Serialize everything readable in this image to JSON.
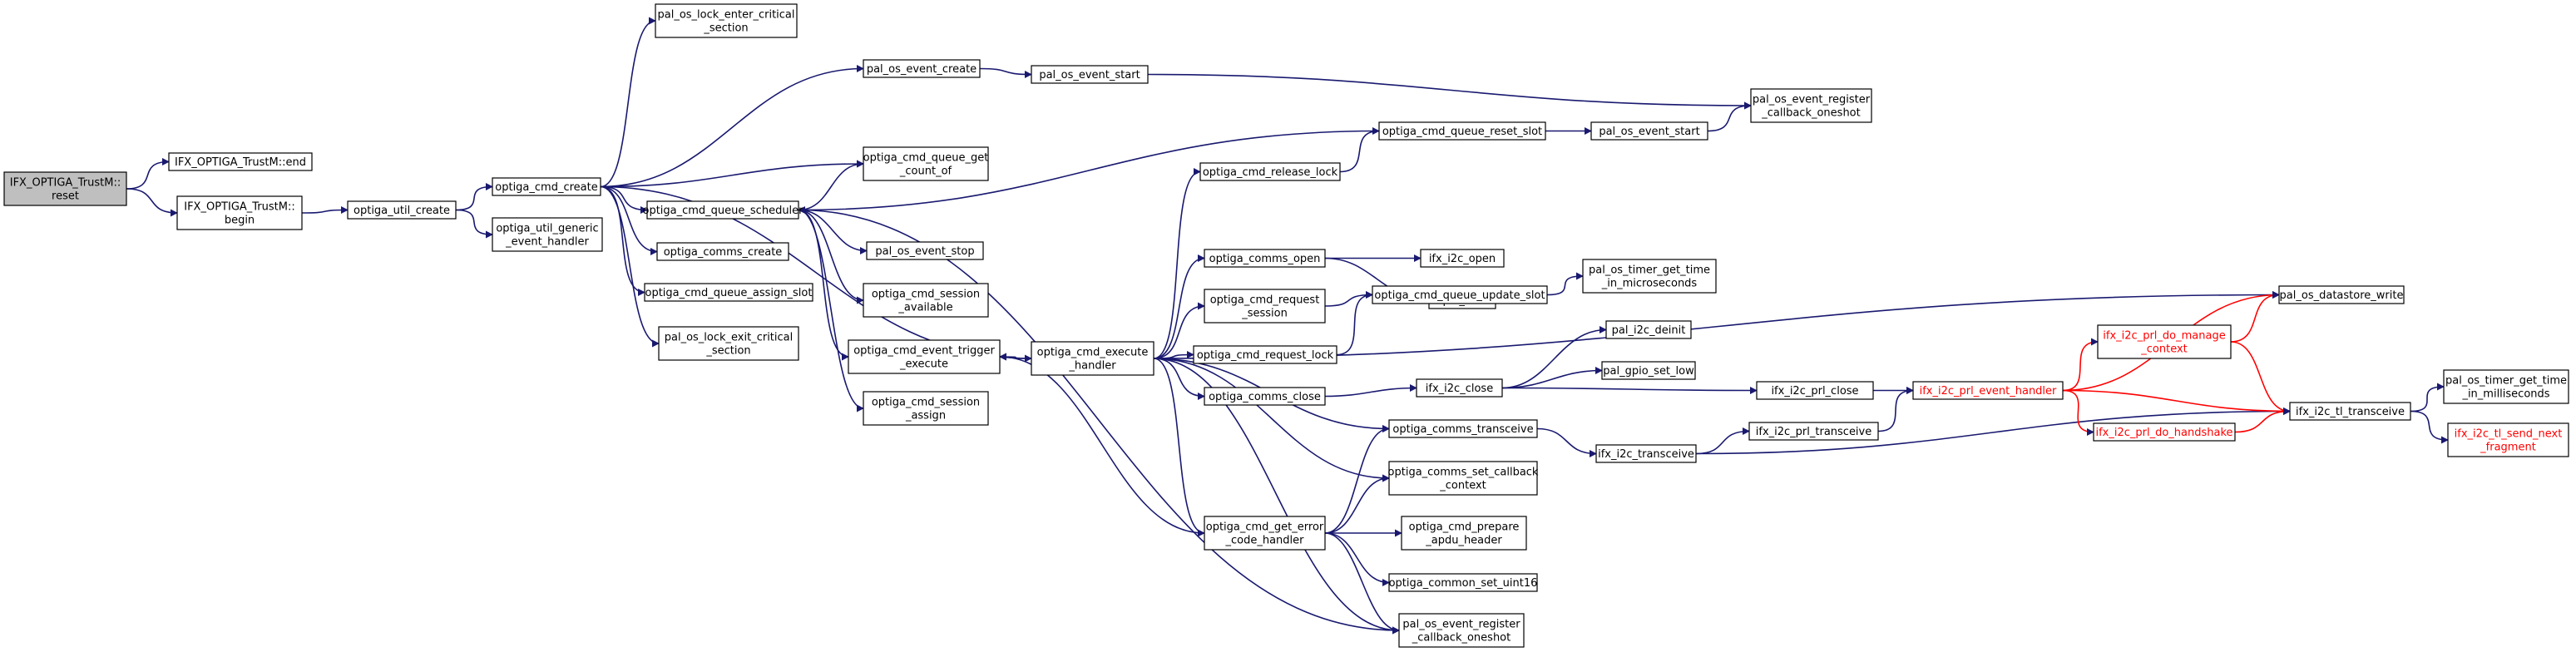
{
  "diagram": {
    "type": "doxygen-call-graph",
    "colors": {
      "edge": "#191970",
      "node_border": "#000000",
      "node_fill": "#ffffff",
      "root_fill": "#bfbfbf",
      "text": "#000000",
      "text_truncated": "#ff0000",
      "truncated_border": "#ff0000"
    },
    "nodes": [
      {
        "id": "root",
        "lines": [
          "IFX_OPTIGA_TrustM::",
          "reset"
        ],
        "root": true
      },
      {
        "id": "end",
        "lines": [
          "IFX_OPTIGA_TrustM::end"
        ]
      },
      {
        "id": "begin",
        "lines": [
          "IFX_OPTIGA_TrustM::",
          "begin"
        ]
      },
      {
        "id": "util_create",
        "lines": [
          "optiga_util_create"
        ]
      },
      {
        "id": "cmd_create",
        "lines": [
          "optiga_cmd_create"
        ]
      },
      {
        "id": "util_generic",
        "lines": [
          "optiga_util_generic",
          "_event_handler"
        ]
      },
      {
        "id": "lock_enter",
        "lines": [
          "pal_os_lock_enter_critical",
          "_section"
        ]
      },
      {
        "id": "ev_create",
        "lines": [
          "pal_os_event_create"
        ]
      },
      {
        "id": "ev_start1",
        "lines": [
          "pal_os_event_start"
        ]
      },
      {
        "id": "reg_cb1",
        "lines": [
          "pal_os_event_register",
          "_callback_oneshot"
        ]
      },
      {
        "id": "q_get_count",
        "lines": [
          "optiga_cmd_queue_get",
          "_count_of"
        ]
      },
      {
        "id": "q_sched",
        "lines": [
          "optiga_cmd_queue_scheduler"
        ]
      },
      {
        "id": "comms_create",
        "lines": [
          "optiga_comms_create"
        ]
      },
      {
        "id": "q_assign_slot",
        "lines": [
          "optiga_cmd_queue_assign_slot"
        ]
      },
      {
        "id": "lock_exit",
        "lines": [
          "pal_os_lock_exit_critical",
          "_section"
        ]
      },
      {
        "id": "ev_stop",
        "lines": [
          "pal_os_event_stop"
        ]
      },
      {
        "id": "sess_avail",
        "lines": [
          "optiga_cmd_session",
          "_available"
        ]
      },
      {
        "id": "ev_trigger",
        "lines": [
          "optiga_cmd_event_trigger",
          "_execute"
        ]
      },
      {
        "id": "sess_assign",
        "lines": [
          "optiga_cmd_session",
          "_assign"
        ]
      },
      {
        "id": "exec_handler",
        "lines": [
          "optiga_cmd_execute",
          "_handler"
        ]
      },
      {
        "id": "release_lock",
        "lines": [
          "optiga_cmd_release_lock"
        ]
      },
      {
        "id": "q_reset_slot",
        "lines": [
          "optiga_cmd_queue_reset_slot"
        ]
      },
      {
        "id": "ev_start2",
        "lines": [
          "pal_os_event_start"
        ]
      },
      {
        "id": "comms_open",
        "lines": [
          "optiga_comms_open"
        ]
      },
      {
        "id": "i2c_open",
        "lines": [
          "ifx_i2c_open"
        ]
      },
      {
        "id": "pal_init",
        "lines": [
          "pal_init"
        ]
      },
      {
        "id": "req_session",
        "lines": [
          "optiga_cmd_request",
          "_session"
        ]
      },
      {
        "id": "req_lock",
        "lines": [
          "optiga_cmd_request_lock"
        ]
      },
      {
        "id": "q_update_slot",
        "lines": [
          "optiga_cmd_queue_update_slot"
        ]
      },
      {
        "id": "timer_micro",
        "lines": [
          "pal_os_timer_get_time",
          "_in_microseconds"
        ]
      },
      {
        "id": "comms_close",
        "lines": [
          "optiga_comms_close"
        ]
      },
      {
        "id": "i2c_close",
        "lines": [
          "ifx_i2c_close"
        ]
      },
      {
        "id": "i2c_deinit",
        "lines": [
          "pal_i2c_deinit"
        ]
      },
      {
        "id": "gpio_low",
        "lines": [
          "pal_gpio_set_low"
        ]
      },
      {
        "id": "prl_close",
        "lines": [
          "ifx_i2c_prl_close"
        ]
      },
      {
        "id": "comms_transceive",
        "lines": [
          "optiga_comms_transceive"
        ]
      },
      {
        "id": "i2c_transceive",
        "lines": [
          "ifx_i2c_transceive"
        ]
      },
      {
        "id": "prl_transceive",
        "lines": [
          "ifx_i2c_prl_transceive"
        ]
      },
      {
        "id": "prl_event",
        "lines": [
          "ifx_i2c_prl_event_handler"
        ],
        "truncated": true
      },
      {
        "id": "prl_manage",
        "lines": [
          "ifx_i2c_prl_do_manage",
          "_context"
        ],
        "truncated": true
      },
      {
        "id": "prl_handshake",
        "lines": [
          "ifx_i2c_prl_do_handshake"
        ],
        "truncated": true
      },
      {
        "id": "ds_write",
        "lines": [
          "pal_os_datastore_write"
        ]
      },
      {
        "id": "tl_transceive",
        "lines": [
          "ifx_i2c_tl_transceive"
        ]
      },
      {
        "id": "timer_milli",
        "lines": [
          "pal_os_timer_get_time",
          "_in_milliseconds"
        ]
      },
      {
        "id": "tl_send",
        "lines": [
          "ifx_i2c_tl_send_next",
          "_fragment"
        ],
        "truncated": true
      },
      {
        "id": "set_cb_ctx",
        "lines": [
          "optiga_comms_set_callback",
          "_context"
        ]
      },
      {
        "id": "get_err",
        "lines": [
          "optiga_cmd_get_error",
          "_code_handler"
        ]
      },
      {
        "id": "prep_apdu",
        "lines": [
          "optiga_cmd_prepare",
          "_apdu_header"
        ]
      },
      {
        "id": "set_u16",
        "lines": [
          "optiga_common_set_uint16"
        ]
      },
      {
        "id": "reg_cb2",
        "lines": [
          "pal_os_event_register",
          "_callback_oneshot"
        ]
      }
    ],
    "edges": [
      [
        "root",
        "end"
      ],
      [
        "root",
        "begin"
      ],
      [
        "begin",
        "util_create"
      ],
      [
        "util_create",
        "cmd_create"
      ],
      [
        "util_create",
        "util_generic"
      ],
      [
        "cmd_create",
        "lock_enter"
      ],
      [
        "cmd_create",
        "ev_create"
      ],
      [
        "cmd_create",
        "exec_handler"
      ],
      [
        "cmd_create",
        "q_get_count"
      ],
      [
        "cmd_create",
        "q_sched"
      ],
      [
        "cmd_create",
        "comms_create"
      ],
      [
        "cmd_create",
        "q_assign_slot"
      ],
      [
        "cmd_create",
        "lock_exit"
      ],
      [
        "ev_create",
        "ev_start1"
      ],
      [
        "ev_start1",
        "reg_cb1"
      ],
      [
        "q_sched",
        "q_get_count"
      ],
      [
        "q_sched",
        "ev_stop"
      ],
      [
        "q_sched",
        "sess_avail"
      ],
      [
        "q_sched",
        "ev_trigger"
      ],
      [
        "q_sched",
        "sess_assign"
      ],
      [
        "q_sched",
        "reg_cb2"
      ],
      [
        "exec_handler",
        "ev_trigger"
      ],
      [
        "exec_handler",
        "release_lock"
      ],
      [
        "exec_handler",
        "ds_write"
      ],
      [
        "exec_handler",
        "comms_open"
      ],
      [
        "exec_handler",
        "req_session"
      ],
      [
        "exec_handler",
        "req_lock"
      ],
      [
        "exec_handler",
        "comms_close"
      ],
      [
        "exec_handler",
        "comms_transceive"
      ],
      [
        "exec_handler",
        "set_cb_ctx"
      ],
      [
        "exec_handler",
        "get_err"
      ],
      [
        "exec_handler",
        "reg_cb2"
      ],
      [
        "release_lock",
        "q_reset_slot"
      ],
      [
        "q_reset_slot",
        "ev_start2"
      ],
      [
        "q_reset_slot",
        "q_sched"
      ],
      [
        "ev_start2",
        "reg_cb1"
      ],
      [
        "comms_open",
        "i2c_open"
      ],
      [
        "comms_open",
        "pal_init"
      ],
      [
        "req_session",
        "q_update_slot"
      ],
      [
        "req_lock",
        "q_update_slot"
      ],
      [
        "q_update_slot",
        "timer_micro"
      ],
      [
        "comms_close",
        "i2c_close"
      ],
      [
        "i2c_close",
        "i2c_deinit"
      ],
      [
        "i2c_close",
        "gpio_low"
      ],
      [
        "i2c_close",
        "prl_close"
      ],
      [
        "prl_close",
        "prl_event"
      ],
      [
        "comms_transceive",
        "i2c_transceive"
      ],
      [
        "i2c_transceive",
        "prl_transceive"
      ],
      [
        "i2c_transceive",
        "tl_transceive"
      ],
      [
        "prl_transceive",
        "prl_event"
      ],
      [
        "prl_event",
        "ds_write"
      ],
      [
        "prl_event",
        "prl_manage"
      ],
      [
        "prl_event",
        "prl_handshake"
      ],
      [
        "prl_event",
        "tl_transceive"
      ],
      [
        "prl_manage",
        "ds_write"
      ],
      [
        "prl_manage",
        "tl_transceive"
      ],
      [
        "prl_handshake",
        "tl_transceive"
      ],
      [
        "tl_transceive",
        "timer_milli"
      ],
      [
        "tl_transceive",
        "tl_send"
      ],
      [
        "get_err",
        "ev_trigger"
      ],
      [
        "get_err",
        "comms_transceive"
      ],
      [
        "get_err",
        "set_cb_ctx"
      ],
      [
        "get_err",
        "prep_apdu"
      ],
      [
        "get_err",
        "set_u16"
      ],
      [
        "get_err",
        "reg_cb2"
      ]
    ]
  }
}
